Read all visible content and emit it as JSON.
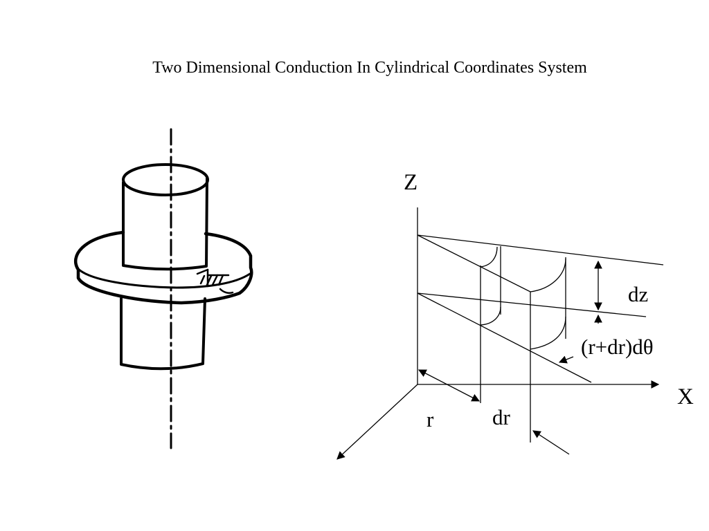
{
  "title": "Two Dimensional Conduction In Cylindrical Coordinates System",
  "labels": {
    "z_axis": "Z",
    "x_axis": "X",
    "r": "r",
    "dr": "dr",
    "dz": "dz",
    "arc_length": "(r+dr)dθ"
  },
  "colors": {
    "ink": "#000000",
    "background": "#ffffff"
  }
}
